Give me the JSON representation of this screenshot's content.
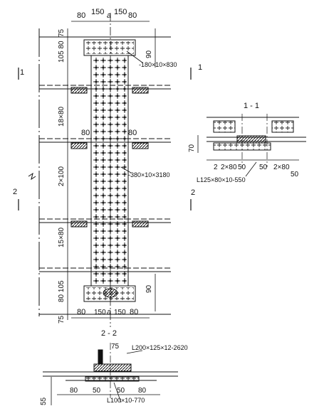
{
  "top_dims": {
    "d1": "80",
    "d2": "150",
    "a": "a",
    "d3": "150",
    "d4": "80"
  },
  "bottom_dims": {
    "d1": "80",
    "d2": "150",
    "a": "a",
    "d3": "150",
    "d4": "80"
  },
  "left_dims": {
    "top75": "75",
    "top105_80": "105 80",
    "z18x80": "18×80",
    "z2x100": "2×100",
    "z15x80": "15×80",
    "bot80_105": "80 105",
    "bot75": "75"
  },
  "right_dims": {
    "top90": "90",
    "bot90": "90"
  },
  "mid_dims": {
    "left80": "80",
    "right80": "80"
  },
  "labels": {
    "plate_top": "-180×10×830",
    "plate_main": "-380×10×3180",
    "angle_11": "L125×80×10-550",
    "angle_22_top": "L200×125×12-2620",
    "angle_22_bot": "L100×10-770"
  },
  "section_marks": {
    "m1": "1",
    "m2": "2"
  },
  "section_11": {
    "title": "1 - 1",
    "dim70": "70",
    "d2": "2",
    "d2x80": "2×80",
    "d50a": "50",
    "d50b": "50",
    "d2x80b": "2×80",
    "d50c": "50"
  },
  "section_22": {
    "title": "2 - 2",
    "d75": "75",
    "d55": "55",
    "d80a": "80",
    "d50a": "50",
    "d50b": "50",
    "d80b": "80"
  }
}
